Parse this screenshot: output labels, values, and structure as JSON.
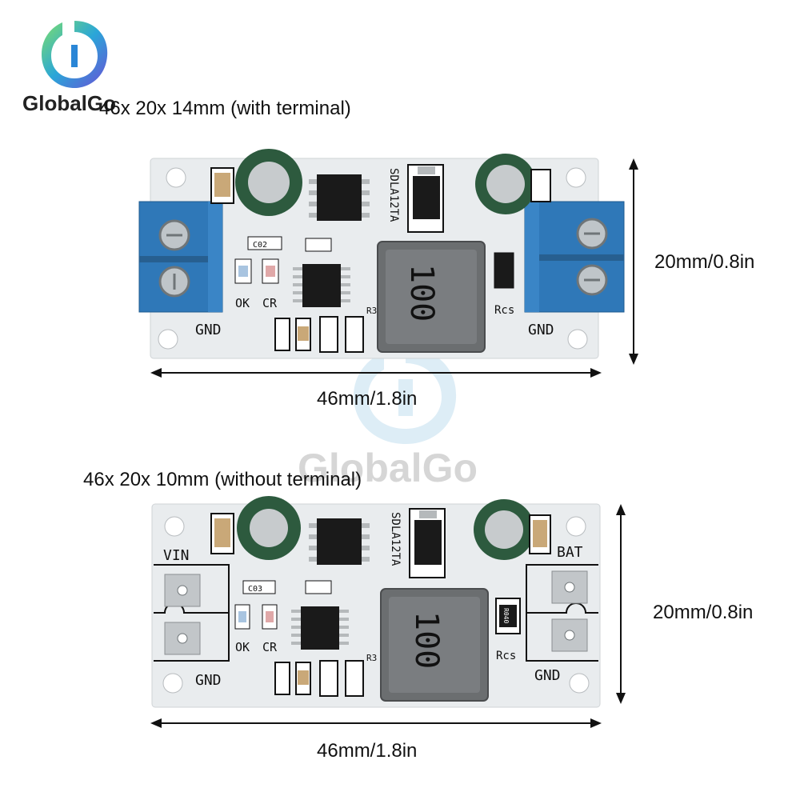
{
  "brand": {
    "logo_text": "GlobalGo",
    "watermark_text": "GlobalGo"
  },
  "top": {
    "caption": "46x 20x 14mm (with terminal)",
    "width_label": "46mm/1.8in",
    "height_label": "20mm/0.8in"
  },
  "bottom": {
    "caption": "46x 20x 10mm (without terminal)",
    "width_label": "46mm/1.8in",
    "height_label": "20mm/0.8in"
  },
  "board": {
    "vin": "VIN",
    "bat": "BAT",
    "gnd": "GND",
    "ok": "OK",
    "cr": "CR",
    "chip": "SDLA12TA",
    "inductor": "100",
    "rcs": "Rcs",
    "r3": "R3",
    "c02": "C02",
    "c03": "C03",
    "r040": "R040"
  },
  "colors": {
    "pcb": "#e9ecee",
    "terminal": "#2f78b8",
    "capacitor": "#2d5a3e",
    "ic": "#1a1a1a",
    "inductor": "#6b6e70",
    "accent_logo": "#2a86d6"
  }
}
